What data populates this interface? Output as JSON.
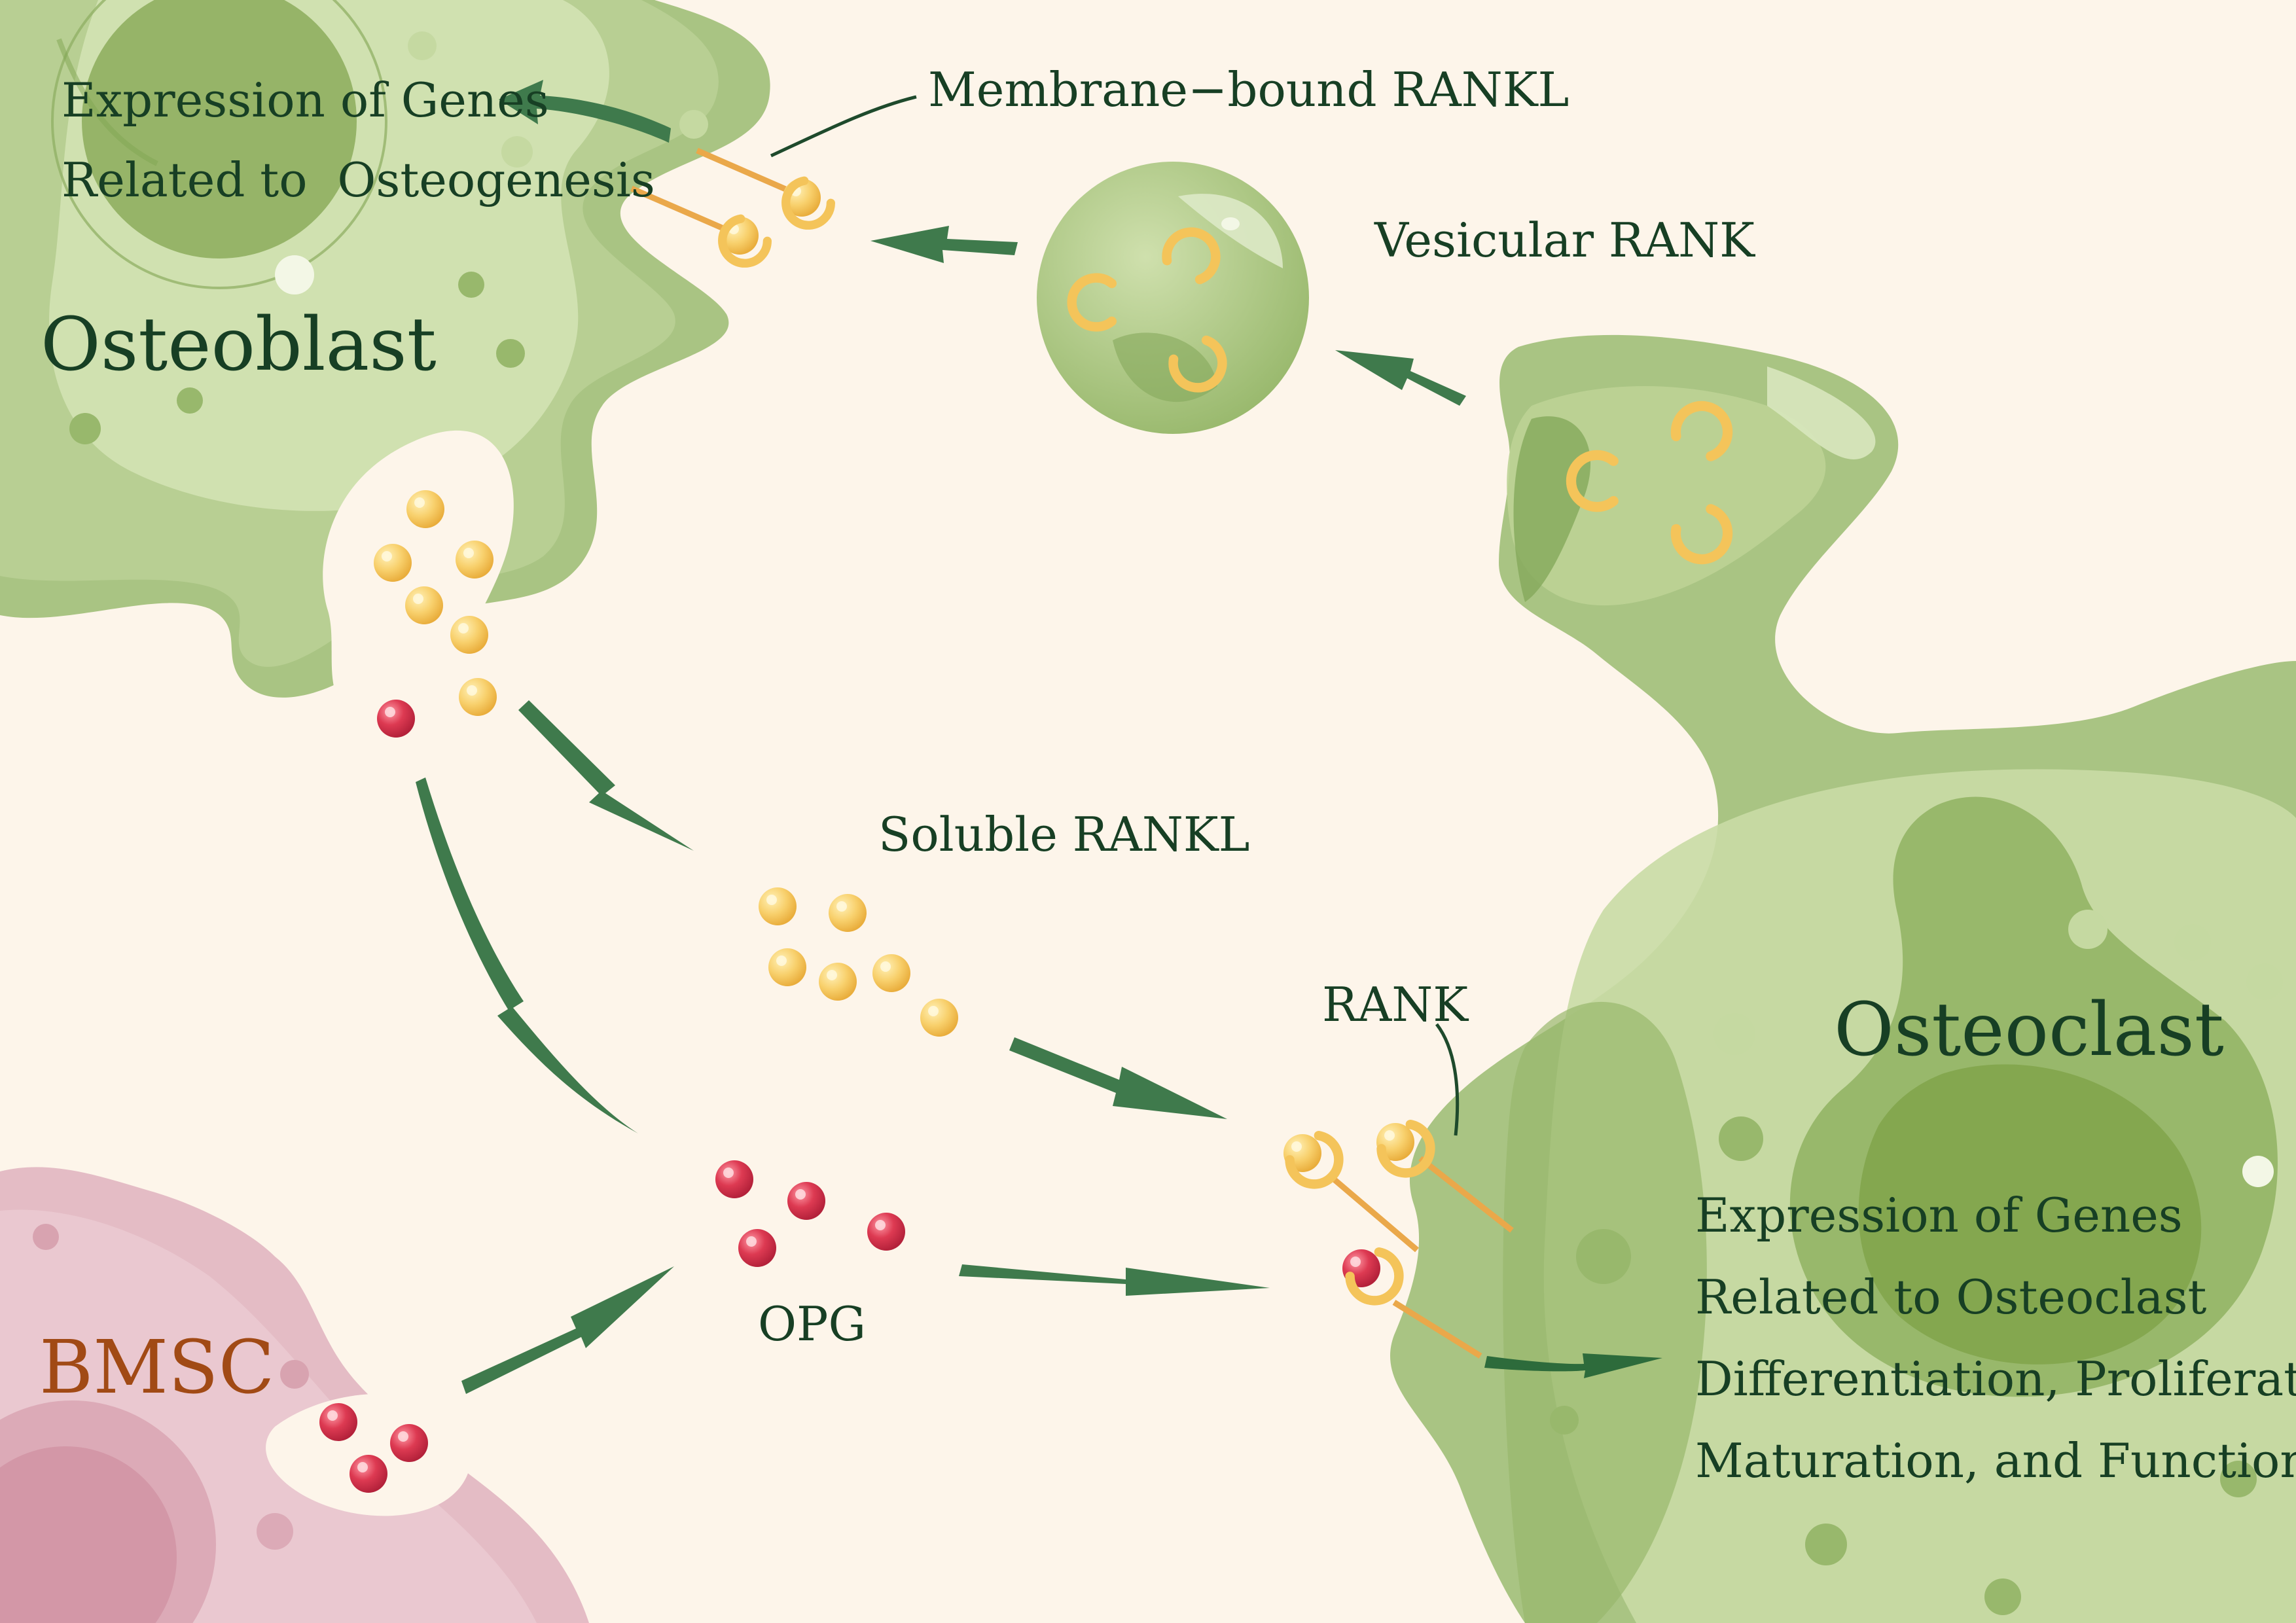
{
  "labels": {
    "osteoblast": "Osteoblast",
    "osteoclast": "Osteoclast",
    "bmsc": "BMSC",
    "membrane_rankl": "Membrane−bound RANKL",
    "vesicular_rank": "Vesicular RANK",
    "soluble_rankl": "Soluble RANKL",
    "rank": "RANK",
    "opg": "OPG"
  },
  "osteoblast_genes": {
    "line1": "Expression of Genes",
    "line2": "Related to  Osteogenesis"
  },
  "osteoclast_genes": {
    "line1": "Expression of Genes",
    "line2": "Related to Osteoclast",
    "line3": "Differentiation, Proliferation,",
    "line4": "Maturation, and Function"
  },
  "colors": {
    "background": "#fdf5ea",
    "cell_green": "#a9c483",
    "cell_green_light": "#c9dba5",
    "nucleus_green": "#7ea34a",
    "arrow_green": "#3f7a4c",
    "rankl_yellow": "#f6c95c",
    "opg_red": "#d9334a",
    "bmsc_pink": "#e4bcc5",
    "text_green": "#173f24",
    "text_bmsc": "#a14a15"
  },
  "icons": {
    "rankl": "yellow-sphere",
    "rank": "yellow-c-receptor",
    "opg": "red-sphere"
  }
}
